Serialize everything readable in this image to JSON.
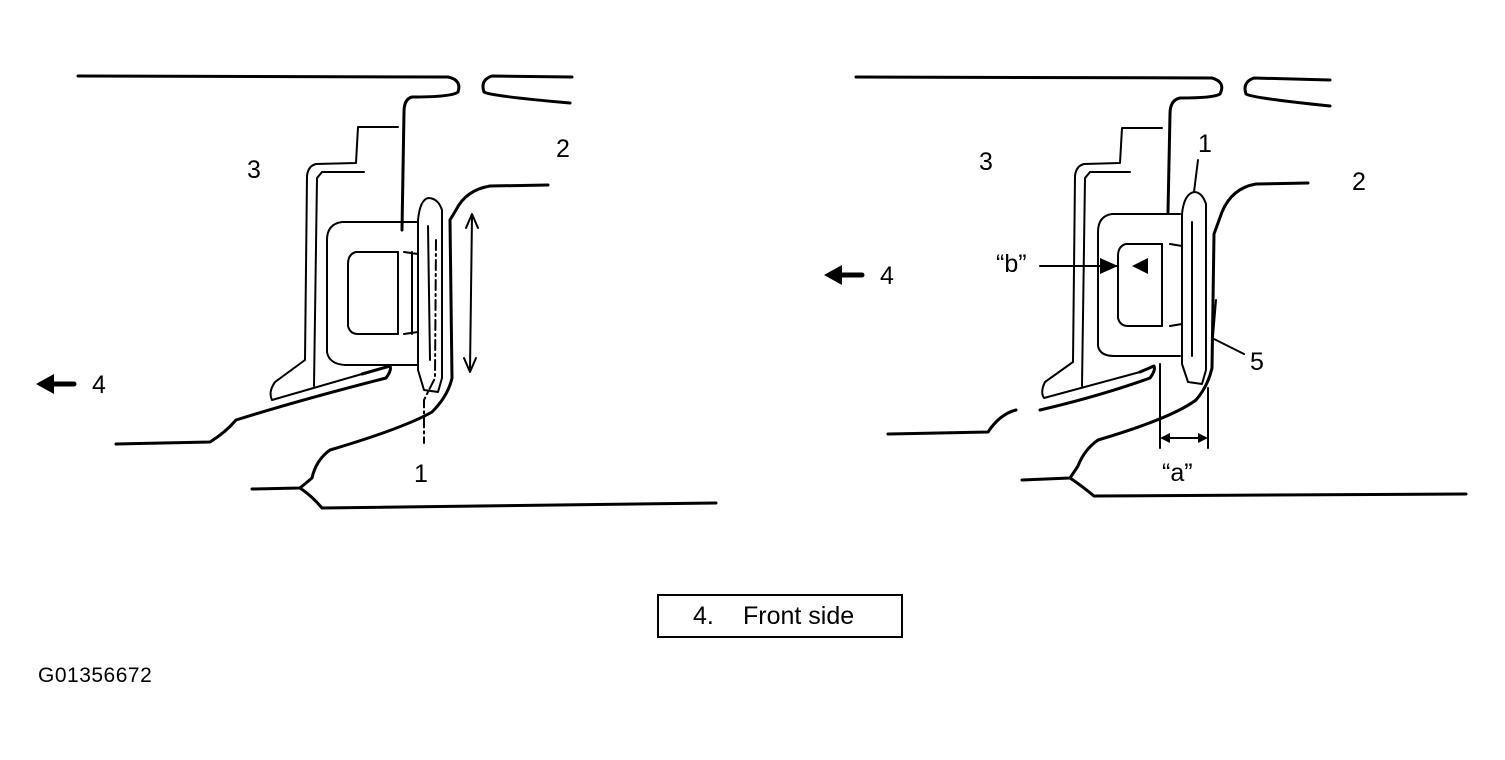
{
  "left_view": {
    "callout_1": "1",
    "callout_2": "2",
    "callout_3": "3",
    "callout_4": "4"
  },
  "right_view": {
    "callout_1": "1",
    "callout_2": "2",
    "callout_3": "3",
    "callout_4": "4",
    "callout_5": "5",
    "dimension_a": "“a”",
    "dimension_b": "“b”"
  },
  "legend": {
    "number": "4.",
    "text": "Front side"
  },
  "figure_code": "G01356672"
}
